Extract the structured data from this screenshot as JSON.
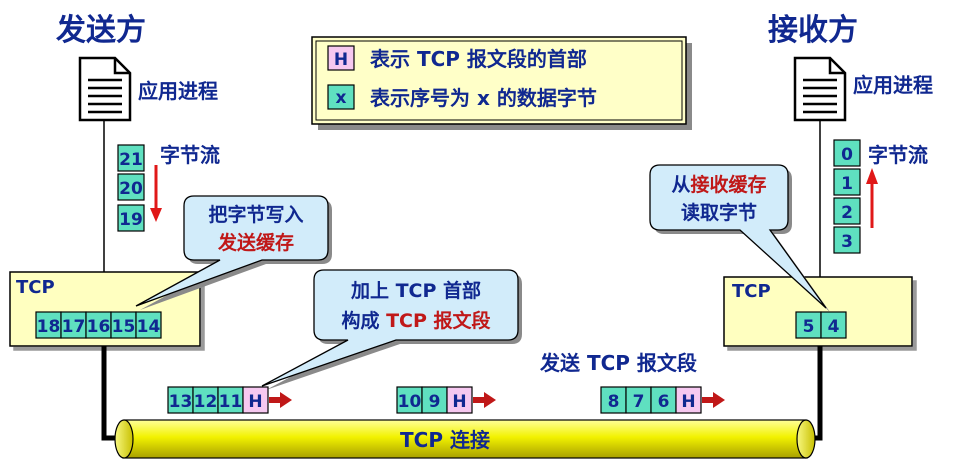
{
  "sender": {
    "title": "发送方",
    "app_label": "应用进程",
    "byte_stream_label": "字节流",
    "stream_bytes": [
      "21",
      "20",
      "19"
    ],
    "tcp_label": "TCP",
    "buffer_bytes": [
      "18",
      "17",
      "16",
      "15",
      "14"
    ],
    "callout_line1": "把字节写入",
    "callout_line2": "发送缓存"
  },
  "receiver": {
    "title": "接收方",
    "app_label": "应用进程",
    "byte_stream_label": "字节流",
    "stream_bytes": [
      "0",
      "1",
      "2",
      "3"
    ],
    "tcp_label": "TCP",
    "buffer_bytes": [
      "5",
      "4"
    ],
    "callout_line1_a": "从",
    "callout_line1_b": "接收缓存",
    "callout_line2": "读取字节"
  },
  "legend": {
    "h_symbol": "H",
    "h_text": "表示 TCP 报文段的首部",
    "x_symbol": "x",
    "x_text": "表示序号为 x 的数据字节"
  },
  "middle_callout": {
    "line1": "加上 TCP 首部",
    "line2_a": "构成 ",
    "line2_b": "TCP 报文段"
  },
  "send_segment_label": "发送 TCP 报文段",
  "segments": [
    {
      "bytes": [
        "13",
        "12",
        "11"
      ],
      "header": "H"
    },
    {
      "bytes": [
        "10",
        "9"
      ],
      "header": "H"
    },
    {
      "bytes": [
        "8",
        "7",
        "6"
      ],
      "header": "H"
    }
  ],
  "connection_label": "TCP 连接",
  "colors": {
    "byte_fill": "#5FE0C0",
    "header_fill": "#F6C8F0",
    "tcp_box_fill": "#FFFFC0",
    "legend_fill": "#FFFFC8",
    "callout_fill": "#D2ECFA",
    "pipe_fill": "#E8E800",
    "arrow_red": "#E01818",
    "text_blue": "#102890",
    "text_red": "#C01818"
  }
}
